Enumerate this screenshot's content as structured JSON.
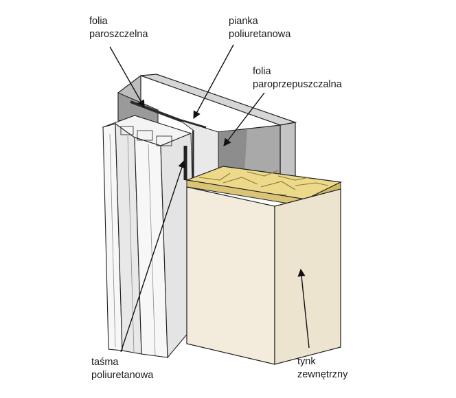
{
  "labels": {
    "vapor_barrier_foil": [
      "folia",
      "paroszczelna"
    ],
    "pu_foam": [
      "pianka",
      "poliuretanowa"
    ],
    "vapor_permeable_foil": [
      "folia",
      "paroprzepuszczalna"
    ],
    "pu_tape": [
      "taśma",
      "poliuretanowa"
    ],
    "external_plaster": [
      "tynk",
      "zewnętrzny"
    ]
  },
  "colors": {
    "outline": "#1f1f1f",
    "wall_gray_top": "#d6d6d6",
    "wall_gray_side": "#a9a9a9",
    "wall_gray_dark": "#6f6f6f",
    "insulation": "#ecd98a",
    "insulation_line": "#8a7a3a",
    "plaster_front": "#f3ecdc",
    "plaster_side": "#ece4cf",
    "frame_white": "#f7f7f7",
    "frame_shade": "#d9d9d9"
  }
}
